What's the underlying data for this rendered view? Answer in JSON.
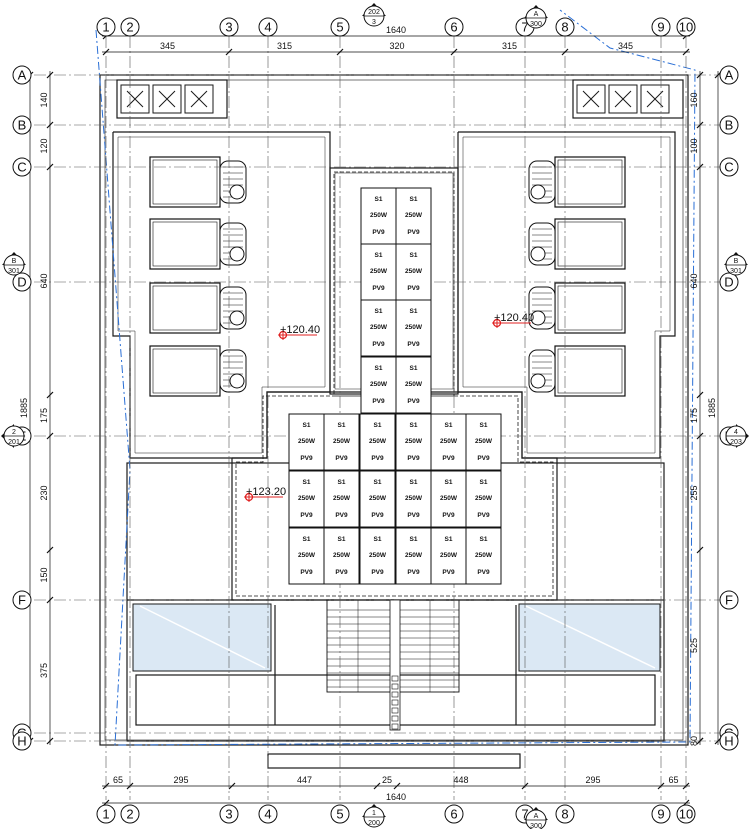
{
  "grid": {
    "columns": [
      {
        "label": "1",
        "gx": 106
      },
      {
        "label": "2",
        "gx": 130
      },
      {
        "label": "3",
        "gx": 229
      },
      {
        "label": "4",
        "gx": 268
      },
      {
        "label": "5",
        "gx": 340
      },
      {
        "label": "6",
        "gx": 454
      },
      {
        "label": "7",
        "gx": 525
      },
      {
        "label": "8",
        "gx": 565
      },
      {
        "label": "9",
        "gx": 661
      },
      {
        "label": "10",
        "gx": 686
      }
    ],
    "rows": [
      {
        "label": "A",
        "gy": 75
      },
      {
        "label": "B",
        "gy": 125
      },
      {
        "label": "C",
        "gy": 167
      },
      {
        "label": "D",
        "gy": 282
      },
      {
        "label": "E",
        "gy": 436
      },
      {
        "label": "F",
        "gy": 600
      },
      {
        "label": "G",
        "gy": 733
      },
      {
        "label": "H",
        "gy": 741
      }
    ]
  },
  "dimensions": {
    "top_total": "1640",
    "top_segments": [
      "345",
      "315",
      "320",
      "315",
      "345"
    ],
    "bottom_total": "1640",
    "bottom_segments": [
      "65",
      "295",
      "447",
      "25",
      "448",
      "295",
      "65"
    ],
    "left_segments": [
      "140",
      "120",
      "640",
      "175",
      "230",
      "150",
      "375"
    ],
    "left_total": "1885",
    "right_segments": [
      "160",
      "100",
      "640",
      "175",
      "255",
      "525",
      "80"
    ],
    "right_total": "1885"
  },
  "levels": [
    "+120.40",
    "+120.40",
    "+123.20"
  ],
  "panel": {
    "line1": "S1",
    "line2": "250W",
    "line3": "PV9"
  },
  "section_markers": {
    "top_center": {
      "top": "202",
      "bottom": "3"
    },
    "top_right": {
      "top": "A",
      "bottom": "300"
    },
    "left": {
      "top": "B",
      "bottom": "301"
    },
    "right": {
      "top": "B",
      "bottom": "301"
    },
    "left_lower": {
      "top": "2",
      "bottom": "201"
    },
    "right_lower": {
      "top": "4",
      "bottom": "203"
    },
    "bottom_center": {
      "top": "1",
      "bottom": "200"
    },
    "bottom_right": {
      "top": "A",
      "bottom": "300"
    }
  },
  "colors": {
    "line": "#1a1a1a",
    "grid": "#555555",
    "blue_dash": "#2a6fd6",
    "level_mark": "#e02020",
    "glass": "#dbe8f4"
  }
}
